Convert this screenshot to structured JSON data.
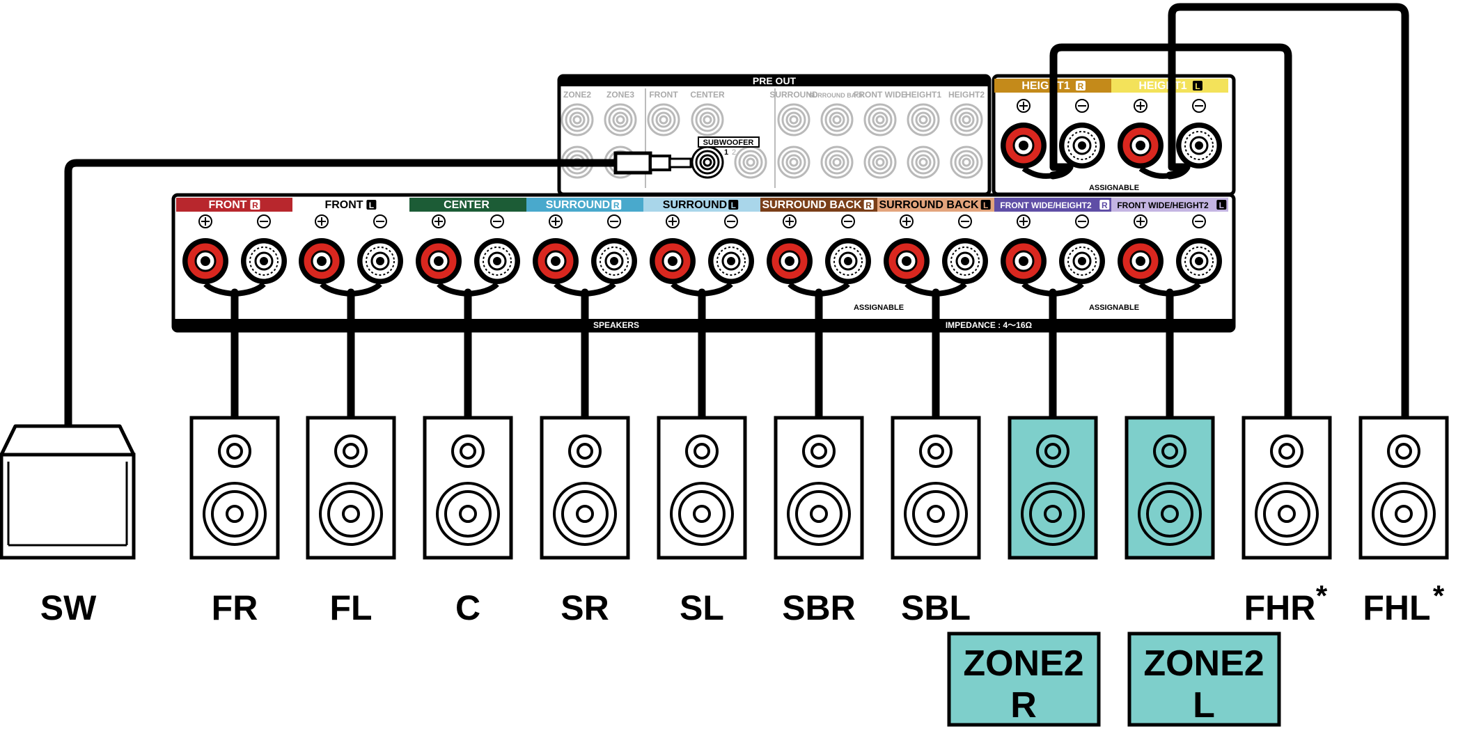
{
  "colors": {
    "wire": "#000000",
    "red_terminal": "#d9271f",
    "zone_fill": "#7ecfcb",
    "faded": "#b9b9b9"
  },
  "preout": {
    "title": "PRE OUT",
    "labels": [
      "ZONE2",
      "ZONE3",
      "FRONT",
      "CENTER",
      "SURROUND",
      "SURROUND BACK",
      "FRONT WIDE",
      "HEIGHT1",
      "HEIGHT2"
    ],
    "subwoofer_label": "SUBWOOFER",
    "sub_nums": [
      "1",
      "2"
    ]
  },
  "height_panel": {
    "channels": [
      {
        "name": "HEIGHT1",
        "badge": "R",
        "color": "#c48a1a",
        "text_color": "#ffffff",
        "badge_bg": "#ffffff",
        "badge_fg": "#c48a1a"
      },
      {
        "name": "HEIGHT1",
        "badge": "L",
        "color": "#f3e25a",
        "text_color": "#ffffff",
        "badge_bg": "#000000",
        "badge_fg": "#f3e25a"
      }
    ],
    "assignable": "ASSIGNABLE"
  },
  "main_panel": {
    "channels": [
      {
        "name": "FRONT",
        "badge": "R",
        "color": "#b8272d",
        "text_color": "#ffffff",
        "badge_bg": "#ffffff",
        "badge_fg": "#b8272d"
      },
      {
        "name": "FRONT",
        "badge": "L",
        "color": "#ffffff",
        "text_color": "#000000",
        "badge_bg": "#000000",
        "badge_fg": "#ffffff"
      },
      {
        "name": "CENTER",
        "badge": "",
        "color": "#1c5c36",
        "text_color": "#ffffff",
        "badge_bg": "",
        "badge_fg": ""
      },
      {
        "name": "SURROUND",
        "badge": "R",
        "color": "#49a9cc",
        "text_color": "#ffffff",
        "badge_bg": "#ffffff",
        "badge_fg": "#49a9cc"
      },
      {
        "name": "SURROUND",
        "badge": "L",
        "color": "#a9d6ea",
        "text_color": "#000000",
        "badge_bg": "#000000",
        "badge_fg": "#a9d6ea"
      },
      {
        "name": "SURROUND BACK",
        "badge": "R",
        "color": "#7a3e18",
        "text_color": "#ffffff",
        "badge_bg": "#ffffff",
        "badge_fg": "#7a3e18"
      },
      {
        "name": "SURROUND BACK",
        "badge": "L",
        "color": "#e3a47c",
        "text_color": "#000000",
        "badge_bg": "#000000",
        "badge_fg": "#e3a47c"
      },
      {
        "name": "FRONT WIDE/HEIGHT2",
        "badge": "R",
        "color": "#5f4ea6",
        "text_color": "#ffffff",
        "badge_bg": "#ffffff",
        "badge_fg": "#5f4ea6"
      },
      {
        "name": "FRONT WIDE/HEIGHT2",
        "badge": "L",
        "color": "#c4b5e2",
        "text_color": "#000000",
        "badge_bg": "#000000",
        "badge_fg": "#c4b5e2"
      }
    ],
    "assignable_1": "ASSIGNABLE",
    "assignable_2": "ASSIGNABLE",
    "speakers_label": "SPEAKERS",
    "impedance_label": "IMPEDANCE : 4～16Ω"
  },
  "speakers": [
    {
      "label": "SW",
      "zone": false,
      "sub": true
    },
    {
      "label": "FR",
      "zone": false
    },
    {
      "label": "FL",
      "zone": false
    },
    {
      "label": "C",
      "zone": false
    },
    {
      "label": "SR",
      "zone": false
    },
    {
      "label": "SL",
      "zone": false
    },
    {
      "label": "SBR",
      "zone": false
    },
    {
      "label": "SBL",
      "zone": false
    },
    {
      "label": "",
      "zone": true
    },
    {
      "label": "",
      "zone": true
    },
    {
      "label": "FHR",
      "zone": false,
      "asterisk": "*"
    },
    {
      "label": "FHL",
      "zone": false,
      "asterisk": "*"
    }
  ],
  "zone_boxes": [
    {
      "line1": "ZONE2",
      "line2": "R"
    },
    {
      "line1": "ZONE2",
      "line2": "L"
    }
  ]
}
